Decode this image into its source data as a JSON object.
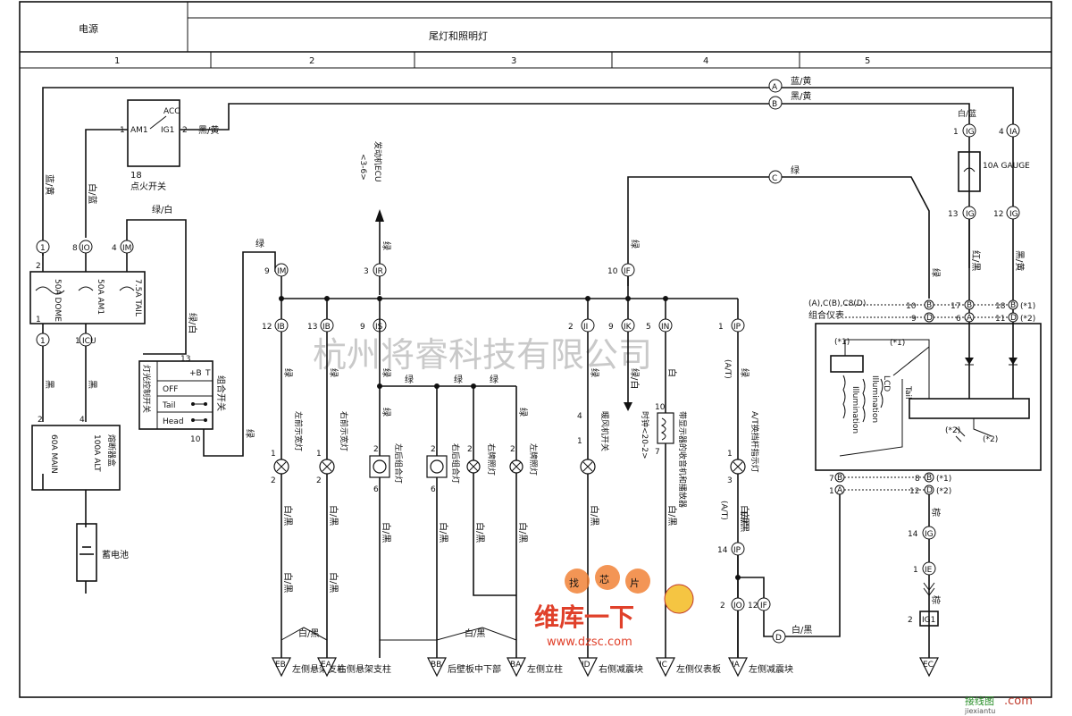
{
  "header": {
    "section_power": "电源",
    "section_title": "尾灯和照明灯",
    "zones": [
      "1",
      "2",
      "3",
      "4",
      "5"
    ]
  },
  "top_wires": {
    "a_label": "A",
    "a_color": "蓝/黄",
    "b_label": "B",
    "b_color": "黑/黄",
    "c_label": "C",
    "c_color": "绿"
  },
  "ignition": {
    "num": "18",
    "name": "点火开关",
    "acc": "ACC",
    "am1": "AM1",
    "ig1": "IG1",
    "pin1": "1",
    "pin2": "2",
    "out_color": "黑/黄"
  },
  "power": {
    "w_bluey": "蓝/黄",
    "w_whb": "白/蓝",
    "w_gw": "绿/白",
    "w_black1": "黑",
    "w_black2": "黑",
    "c1": "1",
    "c1b": "1",
    "c8": "8",
    "c8id": "IO",
    "c4": "4",
    "c4id": "IM",
    "c1b2": "1",
    "c1b2id": "ICU",
    "p2": "2",
    "p1": "1",
    "fuse_dome": "50A DOME",
    "fuse_am1": "50A AM1",
    "fuse_tail": "7.5A TAIL",
    "jb_name": "熔断器盒",
    "jb_main": "60A MAIN",
    "jb_alt": "100A ALT",
    "jb_p2": "2",
    "jb_p4": "4",
    "battery": "蓄电池"
  },
  "combo": {
    "lc_label": "灯光控制开关",
    "name": "组合开关",
    "pos_off": "OFF",
    "pos_tail": "Tail",
    "pos_head": "Head",
    "pin13": "13",
    "pin10": "10",
    "b": "+B",
    "t": "T",
    "w_gw2": "绿/白"
  },
  "ecu": {
    "label": "发动机ECU",
    "ref": "<3-6>",
    "wire": "绿",
    "c3": "3",
    "c3id": "IR"
  },
  "branches": [
    {
      "pin": "12",
      "conn": "IB",
      "wire": "绿",
      "lamp_top": "1",
      "lamp_bot": "2",
      "name": "左前示宽灯",
      "wire2": "白/黑"
    },
    {
      "pin": "13",
      "conn": "IB",
      "wire": "绿",
      "lamp_top": "1",
      "lamp_bot": "2",
      "name": "右前示宽灯",
      "wire2": "白/黑"
    },
    {
      "pin": "9",
      "conn": "IS",
      "wire": "绿"
    },
    {
      "pin": "2",
      "conn": "II",
      "wire": "绿",
      "lamp_top": "4",
      "lamp_bot": "1",
      "name": "暖风机开关",
      "wire2": "白/黑"
    },
    {
      "pin": "9",
      "conn": "IK",
      "wire": "绿/白",
      "name": "时钟<20-2>"
    },
    {
      "pin": "5",
      "conn": "IN",
      "wire": "白",
      "lamp_top": "10",
      "lamp_bot": "7",
      "name": "带显示器的收音机和播放器",
      "wire2": "白/黑"
    },
    {
      "pin": "1",
      "conn": "IP",
      "wire": "绿",
      "lamp_top": "1",
      "lamp_bot": "3",
      "name": "A/T换挡杆指示灯",
      "at": "(A/T)",
      "wire2": "白/黑"
    }
  ],
  "rear": {
    "w1": "绿",
    "w2": "绿",
    "w3": "绿",
    "w4": "绿",
    "w5": "绿",
    "l1": "左后组合灯",
    "l2": "右后组合灯",
    "l3": "右牌照灯",
    "l4": "左牌照灯",
    "p2a": "2",
    "p6a": "6",
    "p2b": "2",
    "p6b": "6",
    "p2c": "2",
    "p2d": "2",
    "wb": "白/黑"
  },
  "upper": {
    "m9": "9",
    "m9id": "IM",
    "m10": "10",
    "m10id": "IF",
    "green": "绿"
  },
  "cluster": {
    "name": "组合仪表",
    "ref": "(A),C(B),C8(D)",
    "p10": "10",
    "p10id": "B",
    "p9": "9",
    "p9id": "D",
    "p17": "17",
    "p17id": "B",
    "p6": "6",
    "p6id": "A",
    "p18": "18",
    "p18id": "B",
    "p11": "11",
    "p11id": "D",
    "s1": "(*1)",
    "s2": "(*2)",
    "p7": "7",
    "p7id": "B",
    "p1": "1",
    "p1id": "A",
    "p8": "8",
    "p8id": "B",
    "p12": "12",
    "p12id": "D",
    "ill": "Illumination",
    "lcd": "LCD",
    "tail": "Tail",
    "star1": "(*1)",
    "star2": "(*2)",
    "f_top": "1",
    "f_top_id": "IG",
    "fuse": "10A GAUGE",
    "f_13": "13",
    "f_13id": "IG",
    "f_12": "12",
    "f_12id": "IG",
    "f_4": "4",
    "f_4id": "IA",
    "w_wb": "白/蓝",
    "w_rb": "红/黑",
    "w_by": "黑/黄",
    "w_brown": "棕",
    "p14": "14",
    "p14id": "IG",
    "p1g": "1",
    "p1gid": "IE",
    "w_brown2": "棕",
    "p2g": "2",
    "p2gid": "IG1"
  },
  "lower": {
    "p14": "14",
    "p14id": "IP",
    "at2": "(A/T)",
    "w_at": "白/黑",
    "p2": "2",
    "p2id": "IO",
    "p12": "12",
    "p12id": "IF",
    "d_label": "D",
    "d_color": "白/黑"
  },
  "grounds": [
    {
      "id": "EB",
      "name": "左侧悬架支柱"
    },
    {
      "id": "EA",
      "name": "右侧悬架支柱"
    },
    {
      "id": "BB",
      "name": "后壁板中下部"
    },
    {
      "id": "BA",
      "name": "左侧立柱"
    },
    {
      "id": "ID",
      "name": "右侧减震块"
    },
    {
      "id": "IC",
      "name": "左侧仪表板"
    },
    {
      "id": "IA",
      "name": "左侧减震块"
    },
    {
      "id": "EC",
      "name": ""
    }
  ],
  "ground_wire": {
    "a": "白/黑",
    "b": "白/黑",
    "c": "白/黑"
  },
  "watermark": {
    "text": "杭州将睿科技有限公司",
    "logo1": "找",
    "logo2": "芯",
    "logo3": "片",
    "logo_main": "维库一下",
    "url": "www.dzsc.com",
    "corner": "接线图",
    "corner2": ".com",
    "corner3": "jiexiantu"
  }
}
